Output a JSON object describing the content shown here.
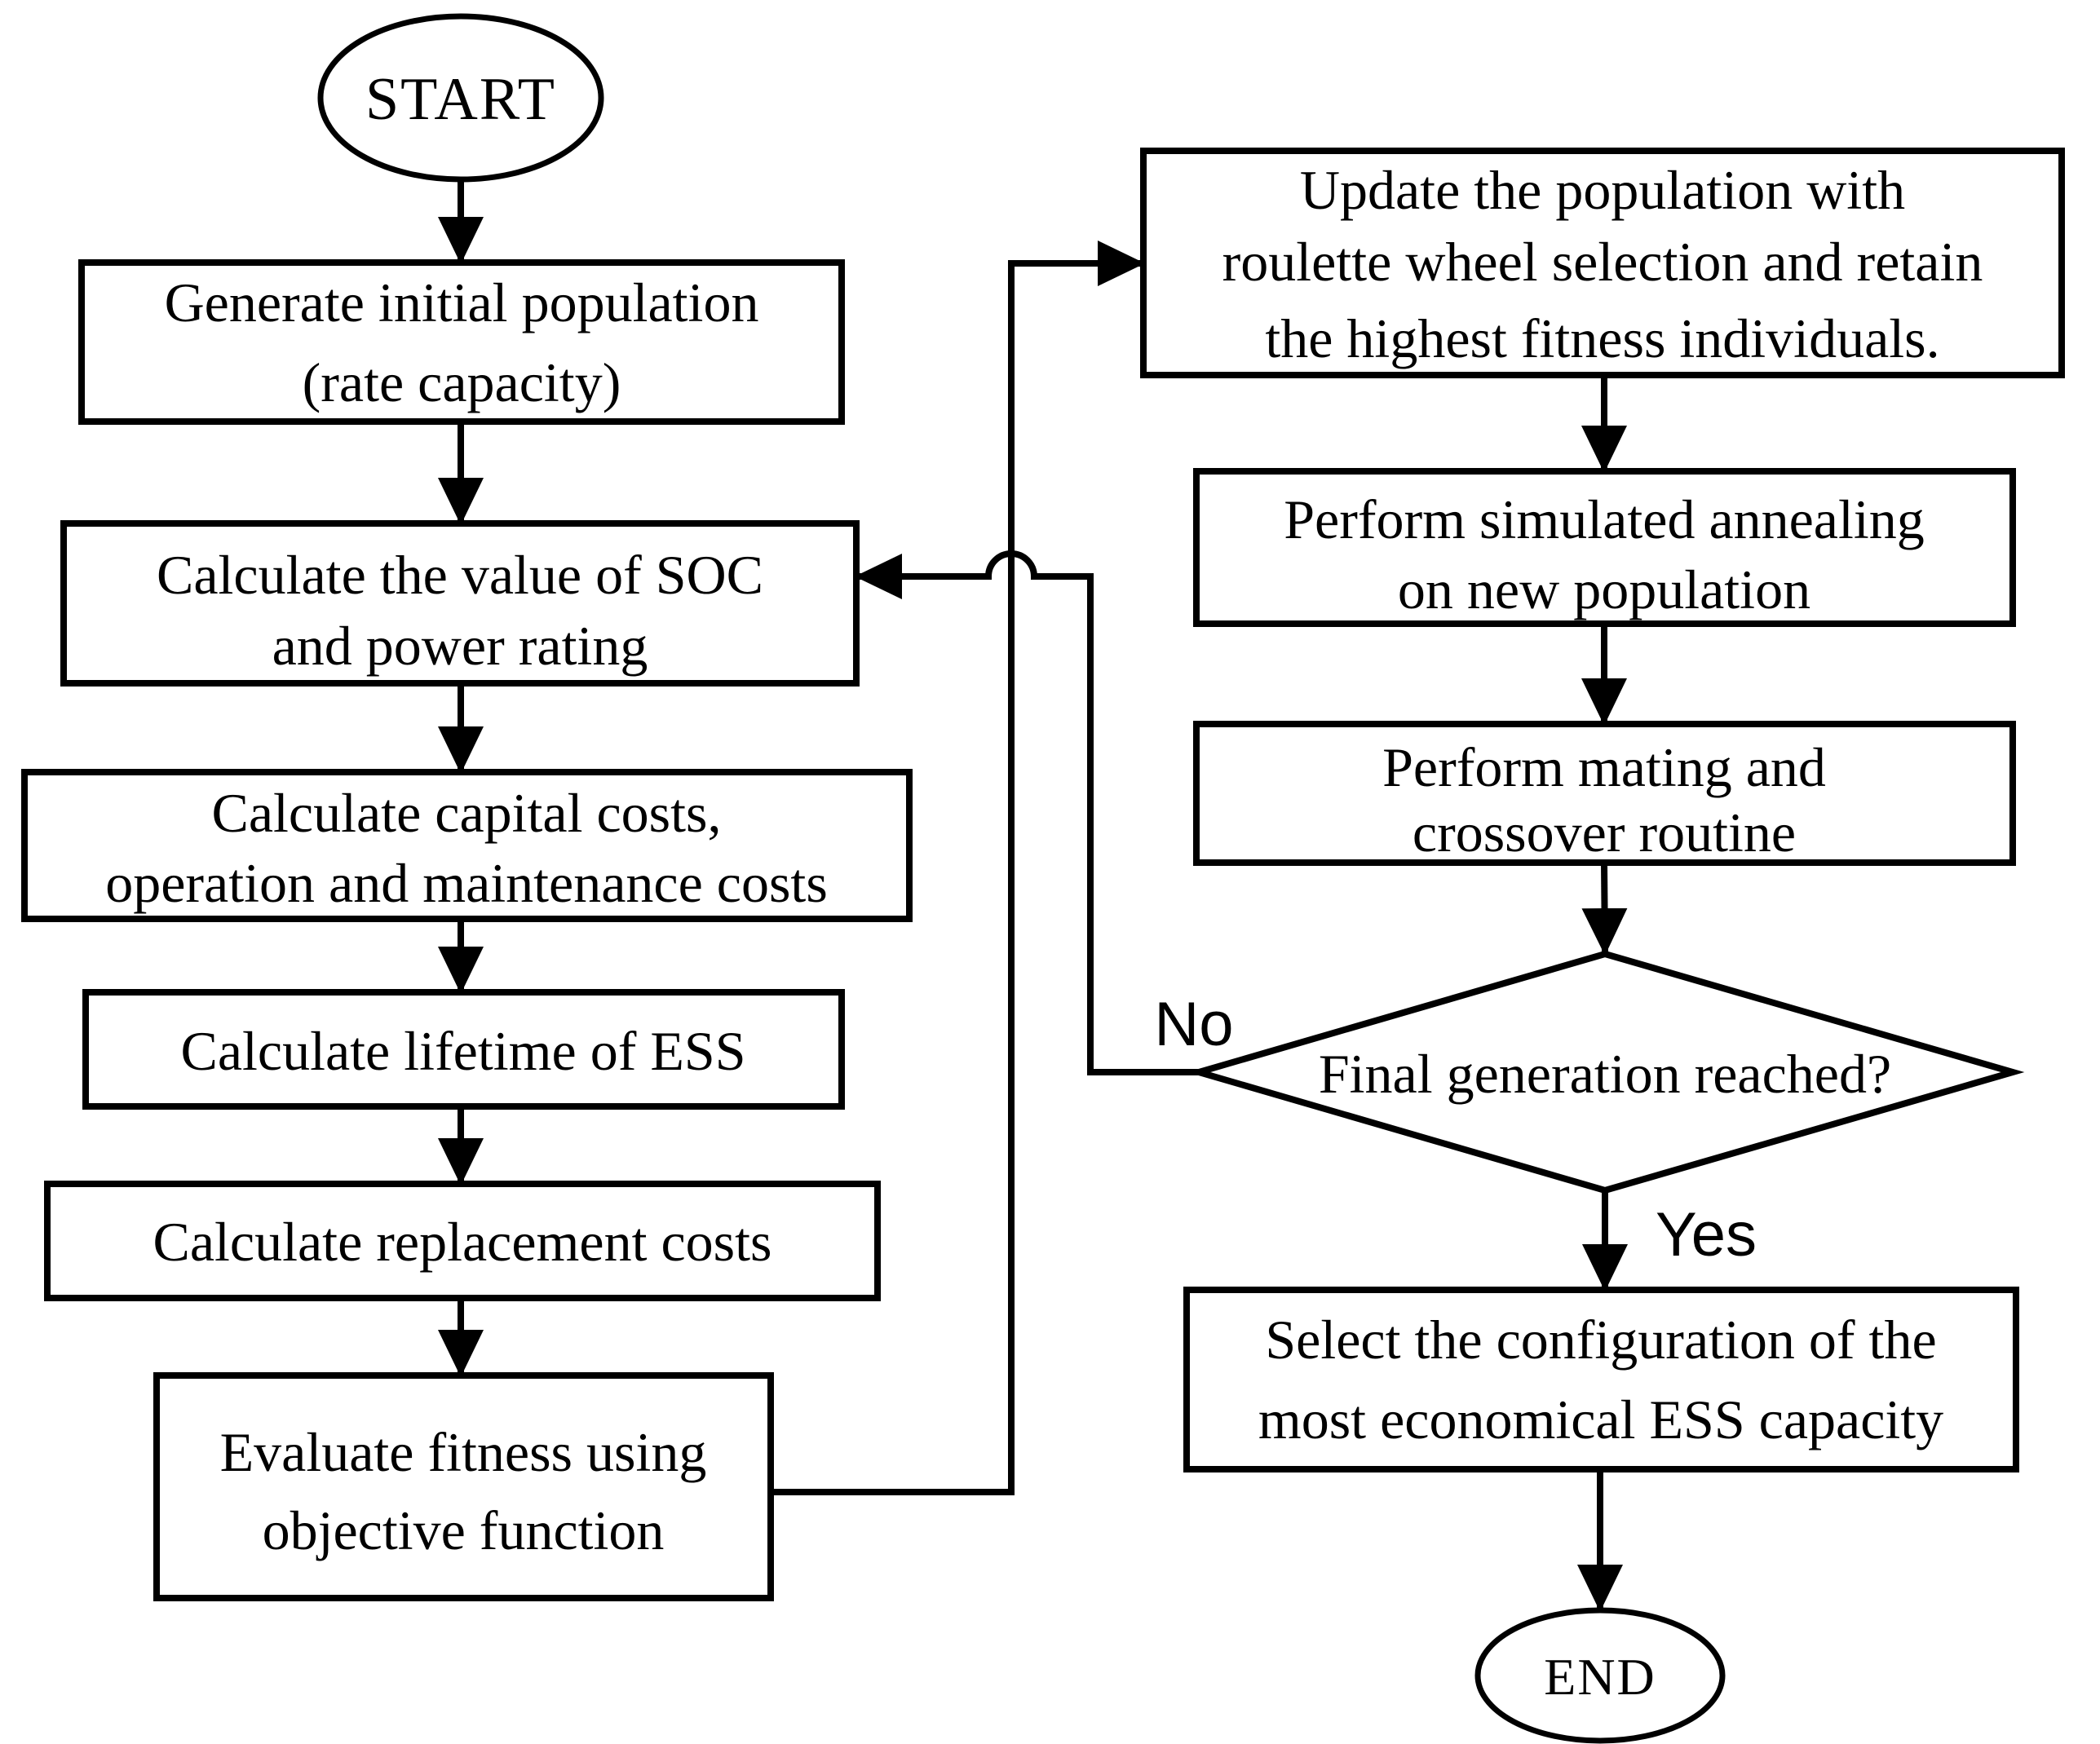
{
  "diagram": {
    "title": "GA-SA ESS capacity optimization flowchart",
    "colors": {
      "stroke": "#000000",
      "fill": "#ffffff",
      "text": "#000000"
    },
    "nodes": {
      "start": {
        "label": "START"
      },
      "generate": {
        "line1": "Generate initial population",
        "line2": "(rate capacity)"
      },
      "soc": {
        "line1": "Calculate the value of SOC",
        "line2": "and power rating"
      },
      "capital": {
        "line1": "Calculate capital costs,",
        "line2": "operation and maintenance costs"
      },
      "lifetime": {
        "label": "Calculate lifetime of ESS"
      },
      "replacement": {
        "label": "Calculate replacement costs"
      },
      "fitness": {
        "line1": "Evaluate fitness using",
        "line2": "objective function"
      },
      "update": {
        "line1": "Update the population with",
        "line2": "roulette wheel selection and retain",
        "line3": "the highest fitness individuals."
      },
      "annealing": {
        "line1": "Perform simulated annealing",
        "line2": "on new population"
      },
      "mating": {
        "line1": "Perform mating and",
        "line2": "crossover routine"
      },
      "decision": {
        "label": "Final generation reached?"
      },
      "select": {
        "line1": "Select the configuration of the",
        "line2": "most economical ESS capacity"
      },
      "end": {
        "label": "END"
      }
    },
    "edge_labels": {
      "no": "No",
      "yes": "Yes"
    }
  }
}
